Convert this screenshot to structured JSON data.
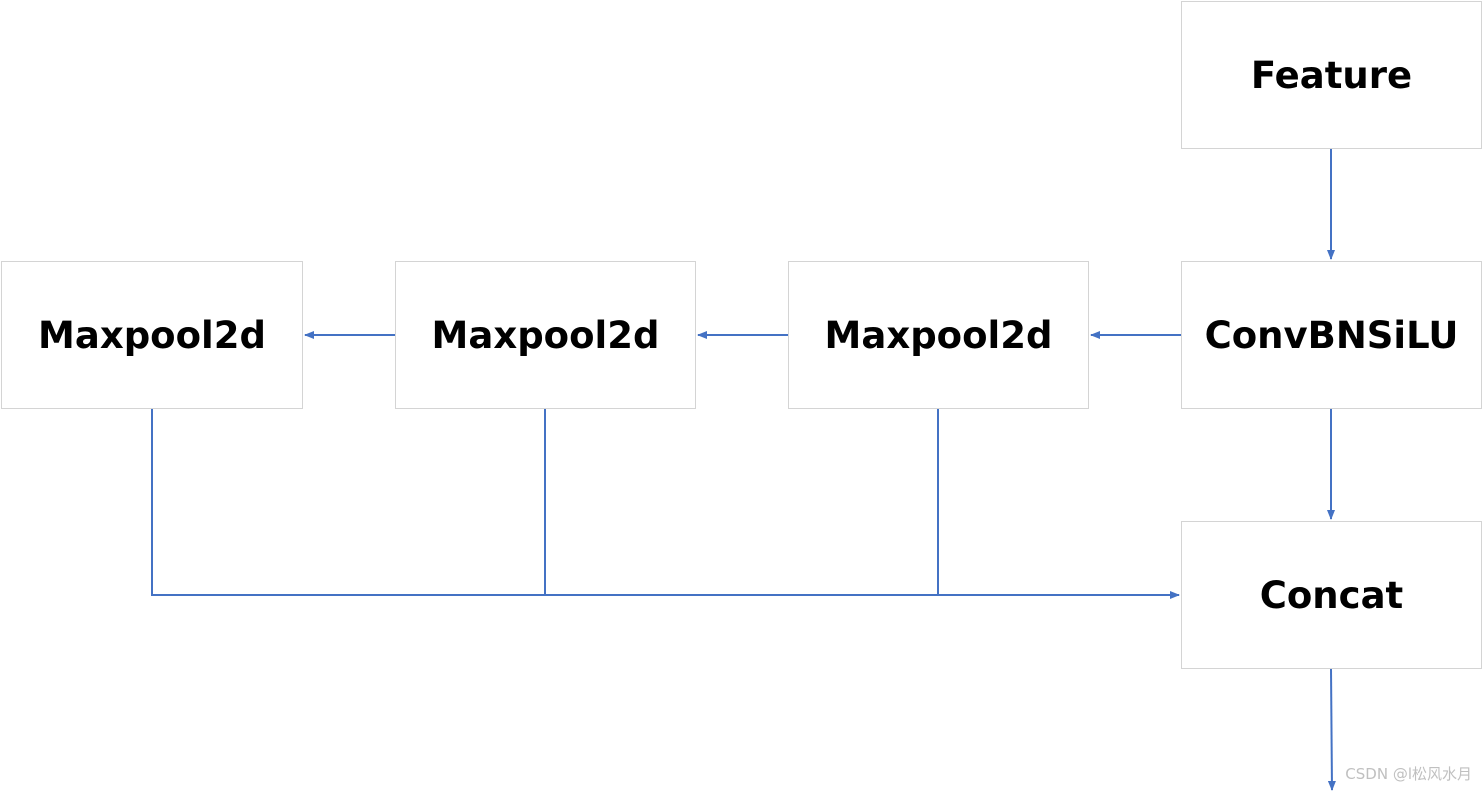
{
  "nodes": {
    "feature": "Feature",
    "convbnsilu": "ConvBNSiLU",
    "maxpool_1": "Maxpool2d",
    "maxpool_2": "Maxpool2d",
    "maxpool_3": "Maxpool2d",
    "concat": "Concat"
  },
  "watermark": "CSDN @l松风水月",
  "colors": {
    "edge": "#4472c4",
    "node_border": "#d4d4d4",
    "text": "#000000"
  }
}
